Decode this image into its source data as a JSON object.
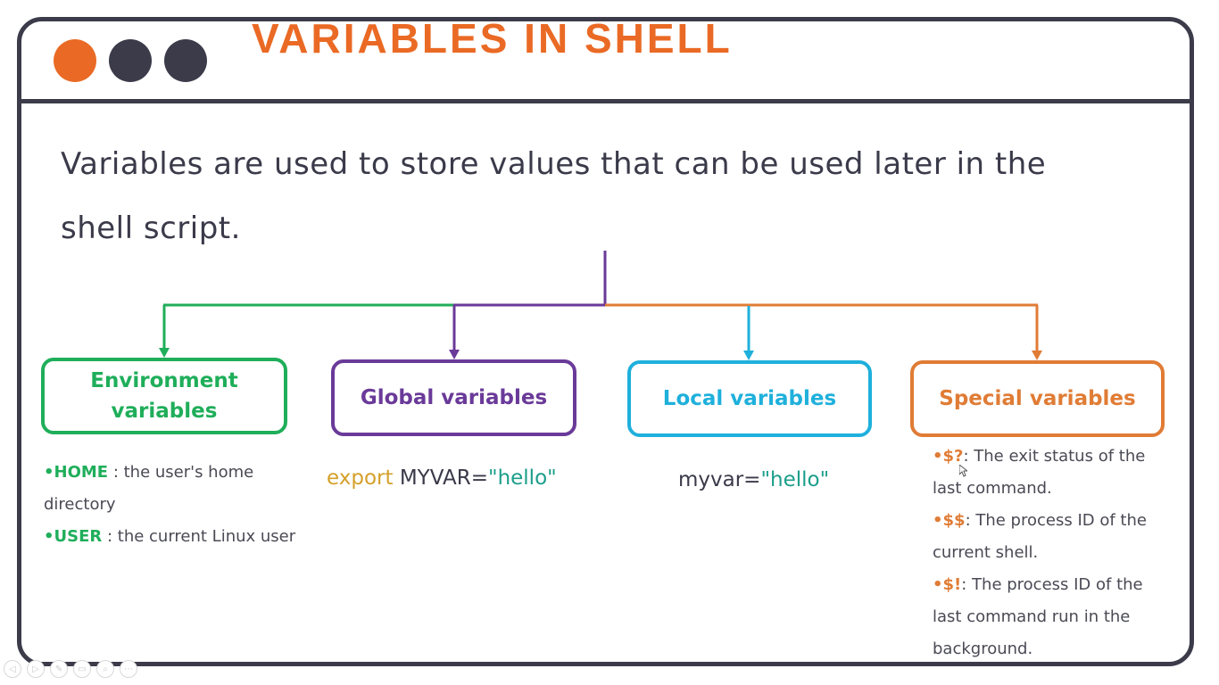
{
  "title": "VARIABLES IN SHELL",
  "intro": "Variables are used to store values that can be used later in the shell script.",
  "categories": {
    "environment": {
      "label": "Environment variables",
      "items": [
        {
          "key": "•HOME",
          "text": " : the user's home directory"
        },
        {
          "key": "•USER",
          "text": " : the current Linux user"
        }
      ]
    },
    "global": {
      "label": "Global variables",
      "code": {
        "keyword": "export",
        "name": " MYVAR=",
        "value": "\"hello\""
      }
    },
    "local": {
      "label": "Local variables",
      "code": {
        "name": "myvar=",
        "value": "\"hello\""
      }
    },
    "special": {
      "label": "Special variables",
      "items": [
        {
          "key": "•$?",
          "text": ": The exit status of the last command."
        },
        {
          "key": "•$$",
          "text": ": The process ID of the current shell."
        },
        {
          "key": "•$!",
          "text": ": The process ID of the last command run in the background."
        }
      ]
    }
  },
  "colors": {
    "title": "#ea6a25",
    "frame": "#3b3b4a",
    "environment": "#1fae5a",
    "global": "#6a3a99",
    "local": "#1fb0dc",
    "special": "#e07c35",
    "keyword": "#d4a02a",
    "string": "#1b9e8a"
  },
  "window_dots": [
    "orange",
    "dark",
    "dark"
  ],
  "player_controls": [
    "prev-icon",
    "next-icon",
    "pen-icon",
    "slides-icon",
    "zoom-icon",
    "more-icon"
  ]
}
